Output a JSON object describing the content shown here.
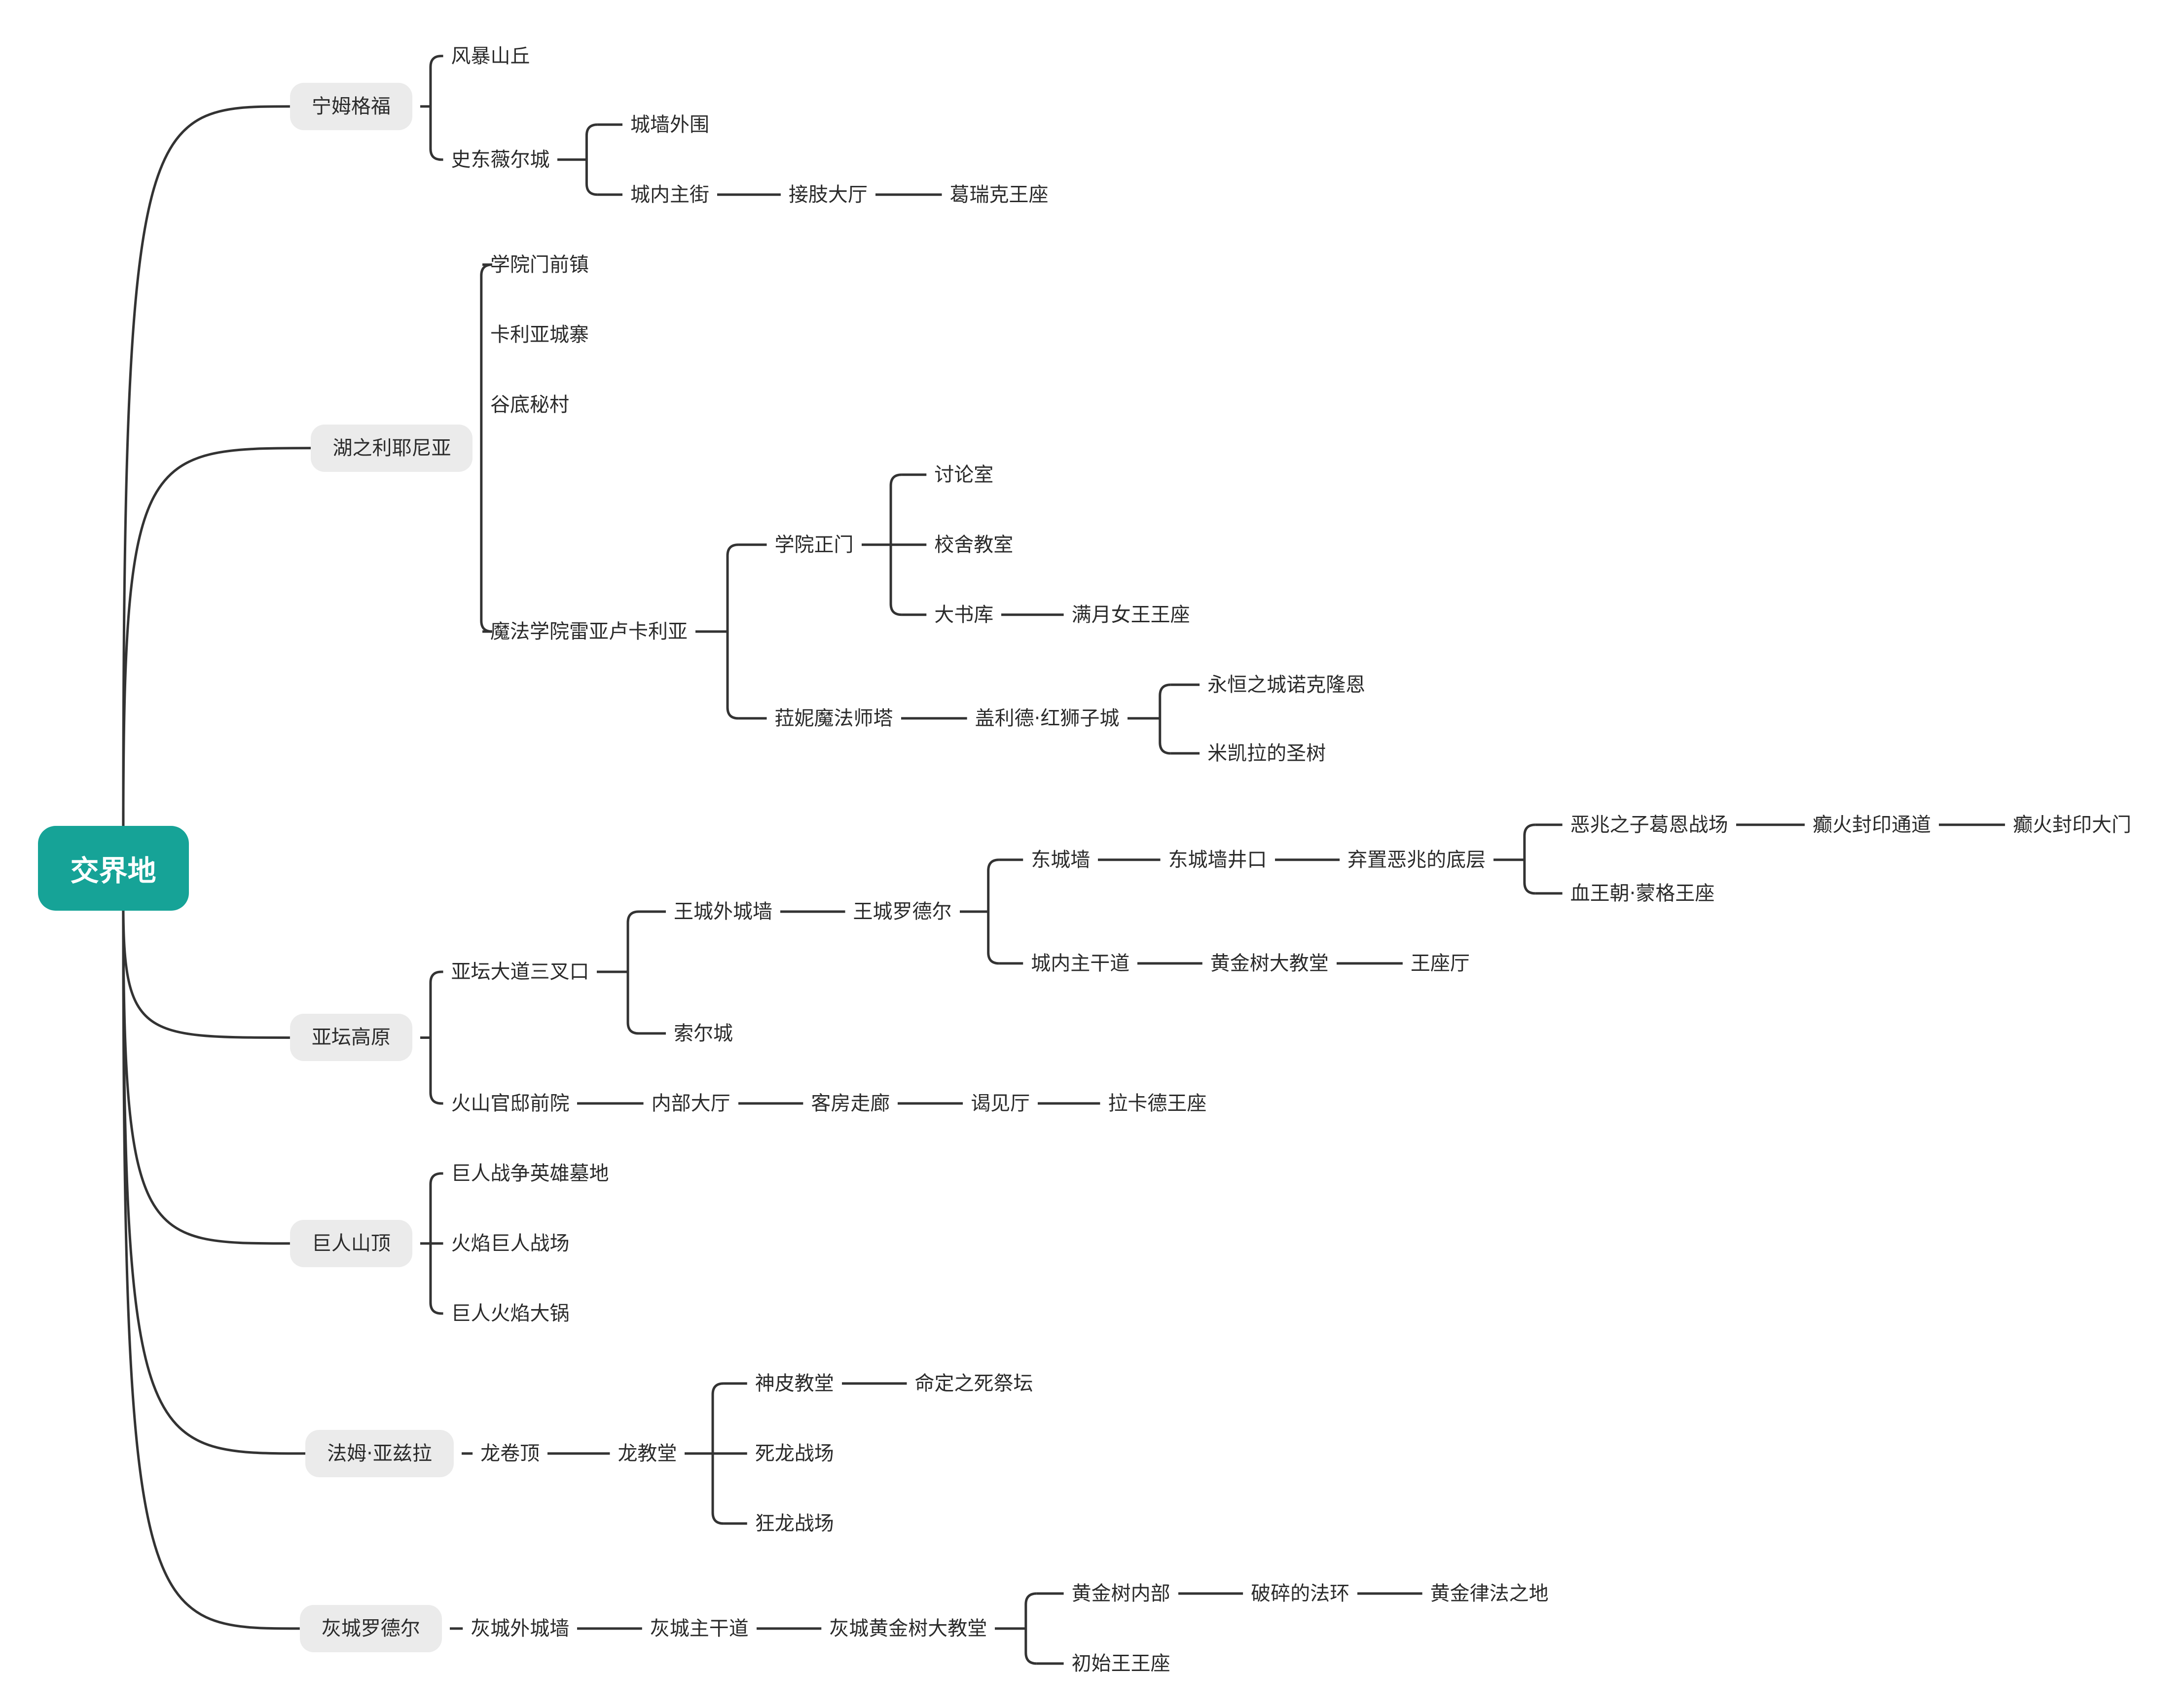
{
  "mindmap": {
    "root": "交界地",
    "colors": {
      "root_fill": "#16a397",
      "branch_fill": "#ebebeb",
      "line": "#333333",
      "text": "#2b2b2b"
    },
    "branches": [
      {
        "label": "宁姆格福",
        "children": [
          {
            "label": "风暴山丘"
          },
          {
            "label": "史东薇尔城",
            "children": [
              {
                "label": "城墙外围"
              },
              {
                "label": "城内主街",
                "children": [
                  {
                    "label": "接肢大厅",
                    "children": [
                      {
                        "label": "葛瑞克王座"
                      }
                    ]
                  }
                ]
              }
            ]
          }
        ]
      },
      {
        "label": "湖之利耶尼亚",
        "children": [
          {
            "label": "学院门前镇"
          },
          {
            "label": "卡利亚城寨"
          },
          {
            "label": "谷底秘村"
          },
          {
            "label": "魔法学院雷亚卢卡利亚",
            "children": [
              {
                "label": "学院正门",
                "children": [
                  {
                    "label": "讨论室"
                  },
                  {
                    "label": "校舍教室"
                  },
                  {
                    "label": "大书库",
                    "children": [
                      {
                        "label": "满月女王王座"
                      }
                    ]
                  }
                ]
              },
              {
                "label": "菈妮魔法师塔",
                "children": [
                  {
                    "label": "盖利德·红狮子城",
                    "children": [
                      {
                        "label": "永恒之城诺克隆恩"
                      },
                      {
                        "label": "米凯拉的圣树"
                      }
                    ]
                  }
                ]
              }
            ]
          }
        ]
      },
      {
        "label": "亚坛高原",
        "children": [
          {
            "label": "亚坛大道三叉口",
            "children": [
              {
                "label": "王城外城墙",
                "children": [
                  {
                    "label": "王城罗德尔",
                    "children": [
                      {
                        "label": "东城墙",
                        "children": [
                          {
                            "label": "东城墙井口",
                            "children": [
                              {
                                "label": "弃置恶兆的底层",
                                "children": [
                                  {
                                    "label": "恶兆之子葛恩战场",
                                    "children": [
                                      {
                                        "label": "癫火封印通道",
                                        "children": [
                                          {
                                            "label": "癫火封印大门"
                                          }
                                        ]
                                      }
                                    ]
                                  },
                                  {
                                    "label": "血王朝·蒙格王座"
                                  }
                                ]
                              }
                            ]
                          }
                        ]
                      },
                      {
                        "label": "城内主干道",
                        "children": [
                          {
                            "label": "黄金树大教堂",
                            "children": [
                              {
                                "label": "王座厅"
                              }
                            ]
                          }
                        ]
                      }
                    ]
                  }
                ]
              },
              {
                "label": "索尔城"
              }
            ]
          },
          {
            "label": "火山官邸前院",
            "children": [
              {
                "label": "内部大厅",
                "children": [
                  {
                    "label": "客房走廊",
                    "children": [
                      {
                        "label": "谒见厅",
                        "children": [
                          {
                            "label": "拉卡德王座"
                          }
                        ]
                      }
                    ]
                  }
                ]
              }
            ]
          }
        ]
      },
      {
        "label": "巨人山顶",
        "children": [
          {
            "label": "巨人战争英雄墓地"
          },
          {
            "label": "火焰巨人战场"
          },
          {
            "label": "巨人火焰大锅"
          }
        ]
      },
      {
        "label": "法姆·亚兹拉",
        "children": [
          {
            "label": "龙卷顶",
            "children": [
              {
                "label": "龙教堂",
                "children": [
                  {
                    "label": "神皮教堂",
                    "children": [
                      {
                        "label": "命定之死祭坛"
                      }
                    ]
                  },
                  {
                    "label": "死龙战场"
                  },
                  {
                    "label": "狂龙战场"
                  }
                ]
              }
            ]
          }
        ]
      },
      {
        "label": "灰城罗德尔",
        "children": [
          {
            "label": "灰城外城墙",
            "children": [
              {
                "label": "灰城主干道",
                "children": [
                  {
                    "label": "灰城黄金树大教堂",
                    "children": [
                      {
                        "label": "黄金树内部",
                        "children": [
                          {
                            "label": "破碎的法环",
                            "children": [
                              {
                                "label": "黄金律法之地"
                              }
                            ]
                          }
                        ]
                      },
                      {
                        "label": "初始王王座"
                      }
                    ]
                  }
                ]
              }
            ]
          }
        ]
      }
    ]
  }
}
